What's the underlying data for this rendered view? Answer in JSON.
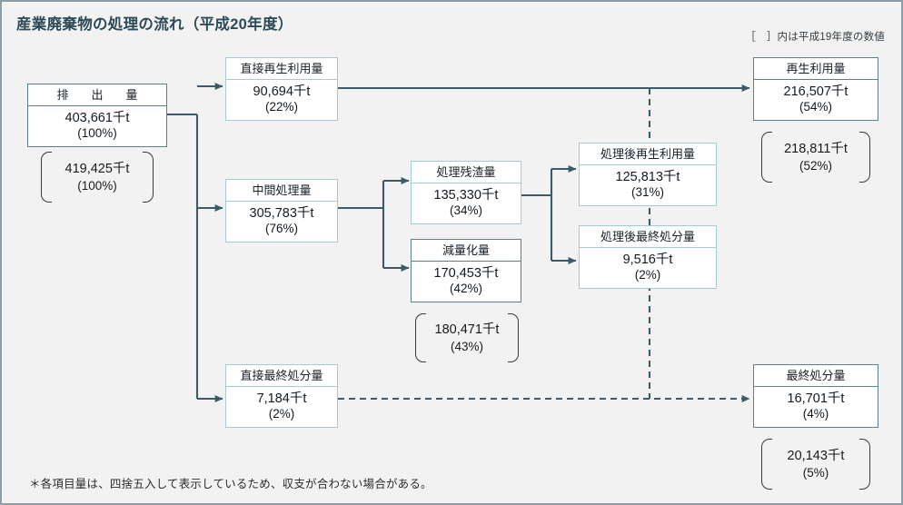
{
  "title": "産業廃棄物の処理の流れ（平成20年度）",
  "legend_note": "［　］内は平成19年度の数値",
  "footnote": "＊各項目量は、四捨五入して表示しているため、収支が合わない場合がある。",
  "colors": {
    "background": "#f2f2f2",
    "page_border": "#8c9fa8",
    "title_text": "#2c4a57",
    "connector": "#3c5b68",
    "light_box_border": "#a4cbd3",
    "dark_box_border": "#5d7f8c",
    "bracket_border": "#3a3a3a"
  },
  "nodes": [
    {
      "id": "haishutsu",
      "label": "排　出　量",
      "amount": "403,661千t",
      "pct": "(100%)",
      "style": "dark"
    },
    {
      "id": "chokusetsu-saisei",
      "label": "直接再生利用量",
      "amount": "90,694千t",
      "pct": "(22%)",
      "style": "light"
    },
    {
      "id": "chukan",
      "label": "中間処理量",
      "amount": "305,783千t",
      "pct": "(76%)",
      "style": "light"
    },
    {
      "id": "chokusetsu-saishu",
      "label": "直接最終処分量",
      "amount": "7,184千t",
      "pct": "(2%)",
      "style": "light"
    },
    {
      "id": "zansa",
      "label": "処理残渣量",
      "amount": "135,330千t",
      "pct": "(34%)",
      "style": "light"
    },
    {
      "id": "genryoka",
      "label": "減量化量",
      "amount": "170,453千t",
      "pct": "(42%)",
      "style": "dark"
    },
    {
      "id": "shorigo-saisei",
      "label": "処理後再生利用量",
      "amount": "125,813千t",
      "pct": "(31%)",
      "style": "light"
    },
    {
      "id": "shorigo-saishu",
      "label": "処理後最終処分量",
      "amount": "9,516千t",
      "pct": "(2%)",
      "style": "light"
    },
    {
      "id": "saisei-riyou",
      "label": "再生利用量",
      "amount": "216,507千t",
      "pct": "(54%)",
      "style": "dark"
    },
    {
      "id": "saishu-shobun",
      "label": "最終処分量",
      "amount": "16,701千t",
      "pct": "(4%)",
      "style": "dark"
    }
  ],
  "prior_year": [
    {
      "id": "haishutsu-prev",
      "amount": "419,425千t",
      "pct": "(100%)"
    },
    {
      "id": "genryoka-prev",
      "amount": "180,471千t",
      "pct": "(43%)"
    },
    {
      "id": "saisei-riyou-prev",
      "amount": "218,811千t",
      "pct": "(52%)"
    },
    {
      "id": "saishu-shobun-prev",
      "amount": "20,143千t",
      "pct": "(5%)"
    }
  ],
  "chart_data": {
    "type": "diagram",
    "title": "産業廃棄物の処理の流れ（平成20年度）",
    "unit": "千t",
    "flows": [
      {
        "from": "排出量",
        "to": "直接再生利用量",
        "value": 90694,
        "pct": 22,
        "line": "solid"
      },
      {
        "from": "排出量",
        "to": "中間処理量",
        "value": 305783,
        "pct": 76,
        "line": "solid"
      },
      {
        "from": "排出量",
        "to": "直接最終処分量",
        "value": 7184,
        "pct": 2,
        "line": "solid"
      },
      {
        "from": "中間処理量",
        "to": "処理残渣量",
        "value": 135330,
        "pct": 34,
        "line": "solid"
      },
      {
        "from": "中間処理量",
        "to": "減量化量",
        "value": 170453,
        "pct": 42,
        "line": "solid"
      },
      {
        "from": "処理残渣量",
        "to": "処理後再生利用量",
        "value": 125813,
        "pct": 31,
        "line": "solid"
      },
      {
        "from": "処理残渣量",
        "to": "処理後最終処分量",
        "value": 9516,
        "pct": 2,
        "line": "solid"
      },
      {
        "from": "直接再生利用量",
        "to": "再生利用量",
        "value": 216507,
        "pct": 54,
        "line": "solid"
      },
      {
        "from": "処理後再生利用量",
        "to": "再生利用量",
        "value": 216507,
        "pct": 54,
        "line": "dashed"
      },
      {
        "from": "直接最終処分量",
        "to": "最終処分量",
        "value": 16701,
        "pct": 4,
        "line": "dashed"
      },
      {
        "from": "処理後最終処分量",
        "to": "最終処分量",
        "value": 16701,
        "pct": 4,
        "line": "dashed"
      }
    ],
    "values_2008": {
      "排出量": 403661,
      "直接再生利用量": 90694,
      "中間処理量": 305783,
      "直接最終処分量": 7184,
      "処理残渣量": 135330,
      "減量化量": 170453,
      "処理後再生利用量": 125813,
      "処理後最終処分量": 9516,
      "再生利用量": 216507,
      "最終処分量": 16701
    },
    "values_2007": {
      "排出量": 419425,
      "減量化量": 180471,
      "再生利用量": 218811,
      "最終処分量": 20143
    }
  }
}
